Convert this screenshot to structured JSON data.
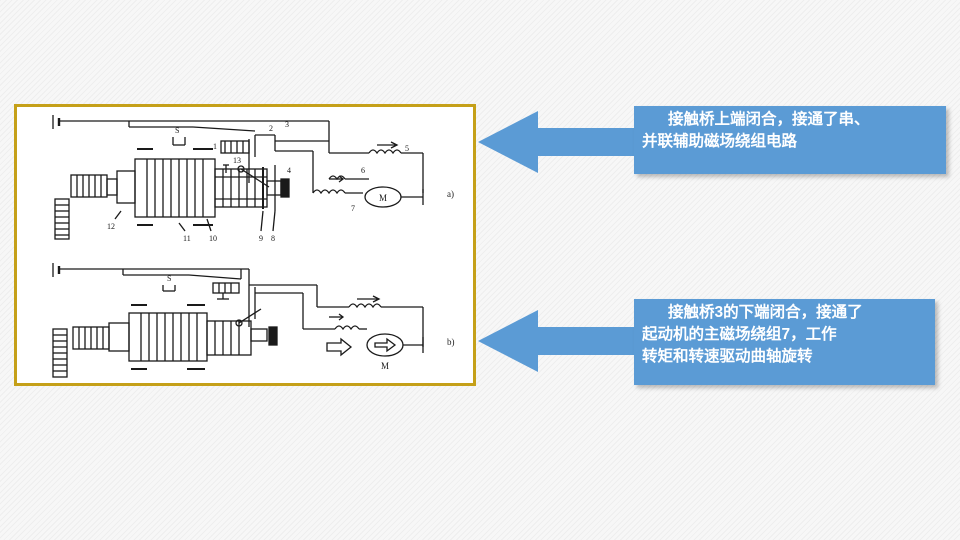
{
  "slide": {
    "background": "#f7f7f7",
    "frame_color": "#c5a019",
    "accent_color": "#5b9bd5"
  },
  "figure": {
    "panel_a_label": "a)",
    "panel_b_label": "b)",
    "callout_numbers": [
      "1",
      "2",
      "3",
      "4",
      "5",
      "6",
      "7",
      "8",
      "9",
      "10",
      "11",
      "12",
      "13"
    ],
    "switch_label": "S",
    "motor_label": "M"
  },
  "callouts": {
    "top": {
      "line1": "接触桥上端闭合，接通了串、",
      "line2": "并联辅助磁场绕组电路"
    },
    "bottom": {
      "line1": "接触桥3的下端闭合，接通了",
      "line2": "起动机的主磁场绕组7，工作",
      "line3": "转矩和转速驱动曲轴旋转"
    }
  }
}
